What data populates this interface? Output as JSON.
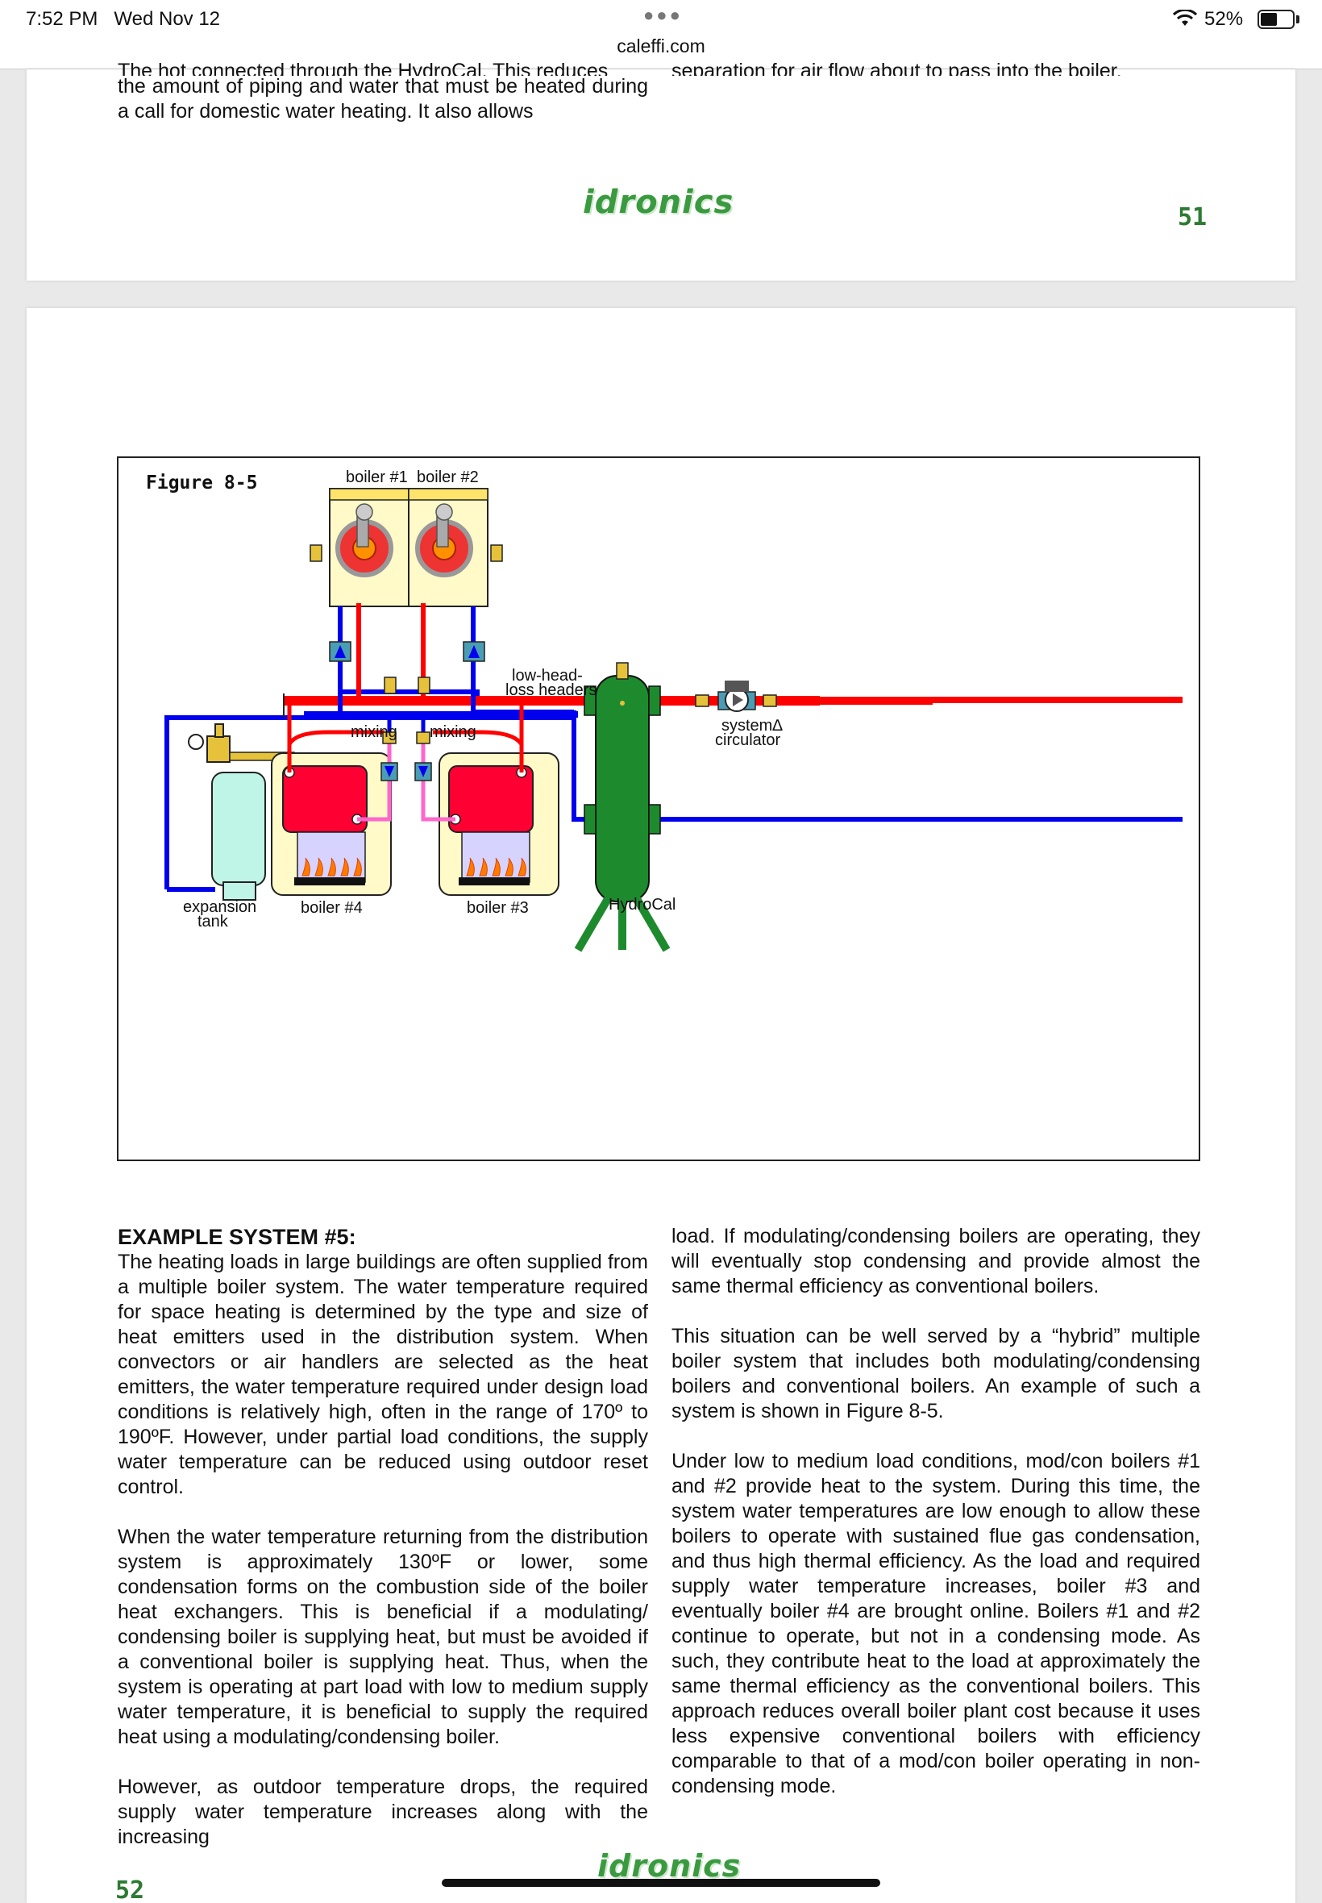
{
  "status_bar": {
    "time": "7:52 PM",
    "date": "Wed Nov 12",
    "url": "caleffi.com",
    "battery": "52%",
    "battery_fraction": 0.52
  },
  "page_top": {
    "text_cut_left": "The hot connected through the HydroCal. This reduces",
    "text_cut_right": "separation for air flow about to pass into the boiler.",
    "text": "the amount of piping and water that must be heated during a call for domestic water heating.  It also allows",
    "logo": "idronics",
    "page_number": "51"
  },
  "figure": {
    "title": "Figure 8-5",
    "labels": {
      "boiler1": "boiler #1",
      "boiler2": "boiler #2",
      "boiler3": "boiler #3",
      "boiler4": "boiler #4",
      "headers_line1": "low-head-",
      "headers_line2": "loss headers",
      "mixing_left": "mixing",
      "mixing_right": "mixing",
      "system_line1": "system∆",
      "system_line2": "circulator",
      "expansion_line1": "expansion",
      "expansion_line2": "tank",
      "hydrocal": "HydroCal"
    }
  },
  "article": {
    "heading": "EXAMPLE SYSTEM #5:",
    "left_paragraphs": [
      "The heating loads in large buildings are often supplied from a multiple boiler system. The water temperature required for space heating is determined by the type and size of heat emitters used in the distribution system. When convectors or air handlers are selected as the heat emitters, the water temperature required under design load conditions is relatively high, often in the range of 170º to 190ºF. However, under partial load conditions, the supply water temperature can be reduced using outdoor reset control.",
      "When the water temperature returning from the distribution system is approximately 130ºF or lower, some condensation forms on the combustion side of the boiler heat exchangers. This is beneficial if a modulating/ condensing boiler is supplying heat, but must be avoided if a conventional boiler is supplying heat. Thus, when the system is operating at part load with low to medium supply water temperature, it is beneficial to supply the required heat using a modulating/condensing boiler.",
      "However, as outdoor temperature drops, the required supply water temperature increases along with the increasing"
    ],
    "right_paragraphs": [
      "load. If modulating/condensing boilers are operating, they will eventually stop condensing and provide almost the same thermal efficiency as conventional boilers.",
      "This situation can be well served by a “hybrid” multiple boiler system that includes both modulating/condensing boilers and conventional boilers. An example of such a system is shown in Figure 8-5.",
      "Under low to medium load conditions, mod/con boilers #1 and #2 provide heat to the system. During this time, the system water temperatures are low enough to allow these boilers to operate with sustained flue gas condensation, and thus high thermal efficiency. As the load and required supply water temperature increases, boiler #3 and eventually boiler #4 are brought online. Boilers #1 and #2 continue to operate, but not in a condensing mode. As such, they contribute heat to the load at approximately the same thermal efficiency as the conventional boilers. This approach reduces overall boiler plant cost because it uses less expensive conventional boilers with efficiency comparable to that of a mod/con boiler operating in non-condensing mode."
    ]
  },
  "page_main": {
    "page_number": "52",
    "logo": "idronics"
  },
  "colors": {
    "supply": "#ff0000",
    "return": "#0000ee",
    "mix": "#ff66cc",
    "hydrocal": "#1e8a2e",
    "logo": "#3a9a3f",
    "tank": "#bff5e6"
  }
}
